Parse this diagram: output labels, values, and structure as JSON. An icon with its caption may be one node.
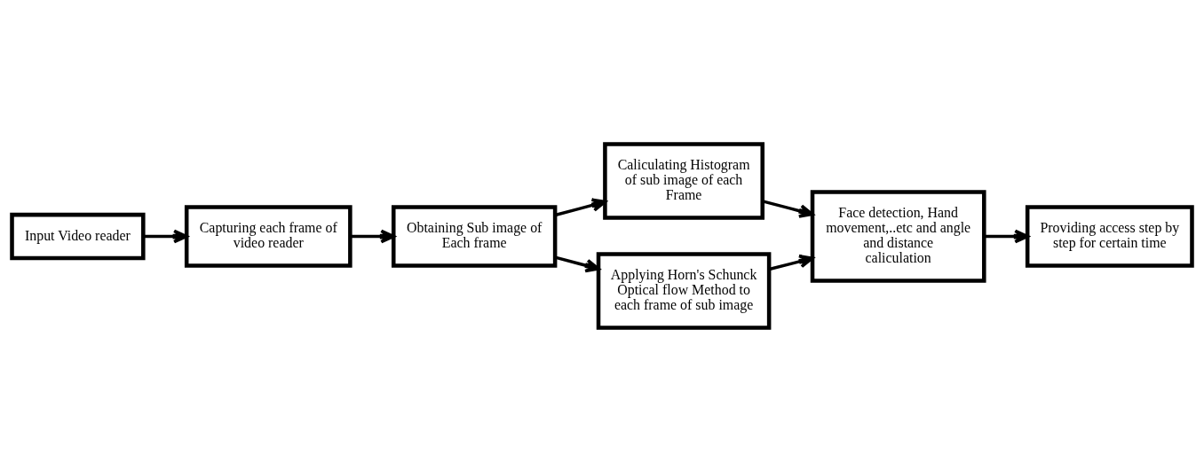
{
  "diagram": {
    "nodes": [
      {
        "text": [
          "Input Video reader"
        ]
      },
      {
        "text": [
          "Capturing each frame of video reader"
        ]
      },
      {
        "text": [
          "Obtaining Sub image of Each frame"
        ]
      },
      {
        "text": [
          "Caliculating Histogram of sub image of each Frame"
        ]
      },
      {
        "text": [
          "Applying Horn's Schunck Optical flow Method to each frame of sub image"
        ]
      },
      {
        "text": [
          "Face detection, Hand movement,..etc and angle and distance caliculation"
        ]
      },
      {
        "text": [
          "Providing access step by step for certain time"
        ]
      }
    ],
    "edges": [
      {
        "from": 0,
        "to": 1,
        "arrow": "to"
      },
      {
        "from": 1,
        "to": 2,
        "arrow": "to"
      },
      {
        "from": 2,
        "to": 3,
        "arrow": "to"
      },
      {
        "from": 2,
        "to": 4,
        "arrow": "to"
      },
      {
        "from": 3,
        "to": 5,
        "arrow": "to"
      },
      {
        "from": 4,
        "to": 5,
        "arrow": "to"
      },
      {
        "from": 5,
        "to": 6,
        "arrow": "to"
      }
    ]
  }
}
